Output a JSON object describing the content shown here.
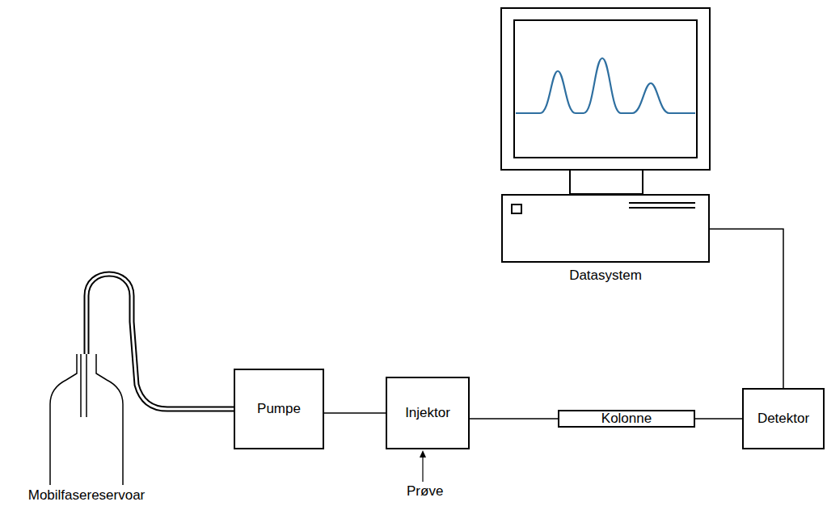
{
  "diagram": {
    "nodes": [
      {
        "text": [
          "Mobilfasereservoar"
        ]
      },
      {
        "text": [
          "Pumpe"
        ]
      },
      {
        "text": [
          "Injektor"
        ]
      },
      {
        "text": [
          "Kolonne"
        ]
      },
      {
        "text": [
          "Detektor"
        ]
      },
      {
        "text": [
          "Datasystem"
        ]
      }
    ],
    "edges": [
      {
        "from": 0,
        "to": 1,
        "arrow": "none"
      },
      {
        "from": 1,
        "to": 2,
        "arrow": "none"
      },
      {
        "from": 2,
        "to": 3,
        "arrow": "none"
      },
      {
        "from": 3,
        "to": 4,
        "arrow": "none"
      },
      {
        "from": 4,
        "to": 5,
        "arrow": "none"
      }
    ],
    "labels": [
      "Prøve"
    ]
  }
}
